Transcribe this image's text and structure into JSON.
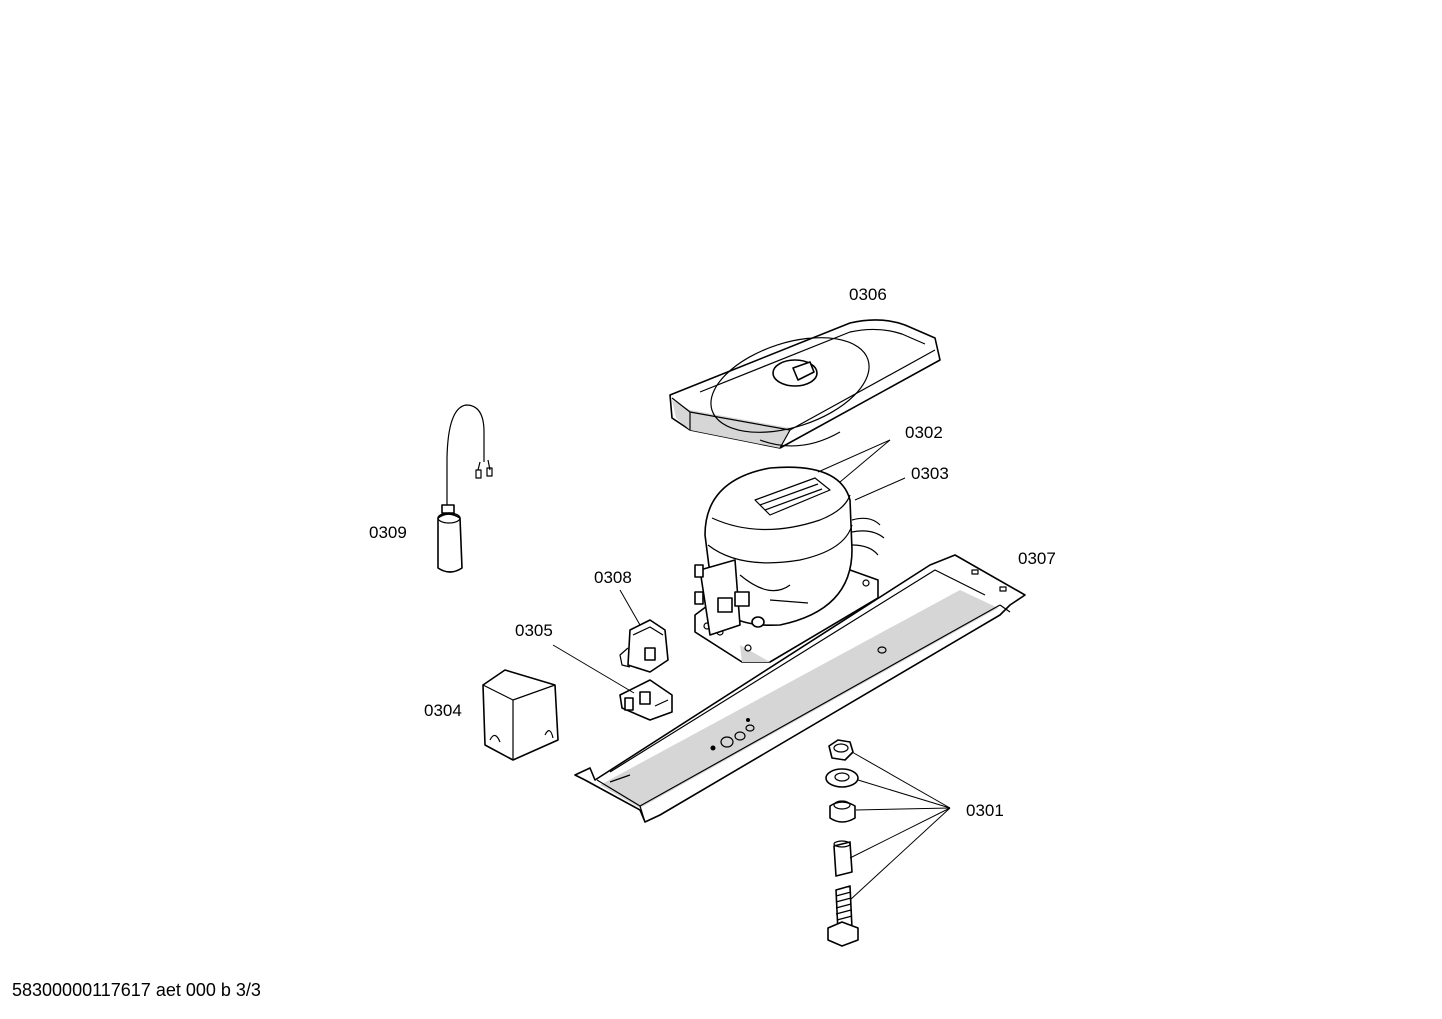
{
  "labels": {
    "p0306": "0306",
    "p0302": "0302",
    "p0303": "0303",
    "p0307": "0307",
    "p0309": "0309",
    "p0308": "0308",
    "p0305": "0305",
    "p0304": "0304",
    "p0301": "0301"
  },
  "footer": "58300000117617 aet 000 b 3/3"
}
